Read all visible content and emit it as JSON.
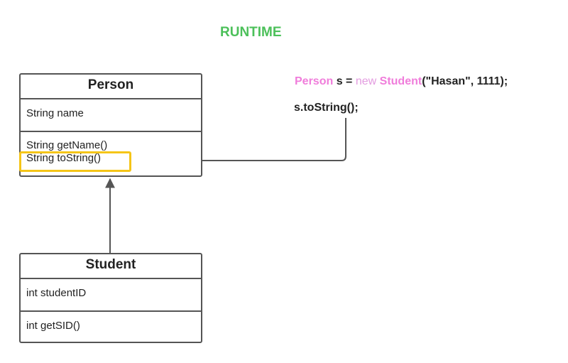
{
  "title": "RUNTIME",
  "person_class": {
    "name": "Person",
    "fields": [
      "String name"
    ],
    "methods": [
      "String getName()",
      "String toString()"
    ]
  },
  "student_class": {
    "name": "Student",
    "fields": [
      "int studentID"
    ],
    "methods": [
      "int getSID()"
    ]
  },
  "code": {
    "line1": {
      "type": "Person",
      "var_assign": " s = ",
      "new_kw": "new",
      "space": " ",
      "ctor": "Student",
      "args": "(\"Hasan\", 1111);"
    },
    "line2": "s.toString();"
  },
  "colors": {
    "title": "#4cc05a",
    "highlight": "#f5c518",
    "keyword_type": "#f07ddb",
    "keyword_new": "#e39be0",
    "border": "#555555"
  },
  "icons": {
    "inheritance_arrow": "arrow-up-icon",
    "call_arrow": "arrow-left-icon"
  }
}
